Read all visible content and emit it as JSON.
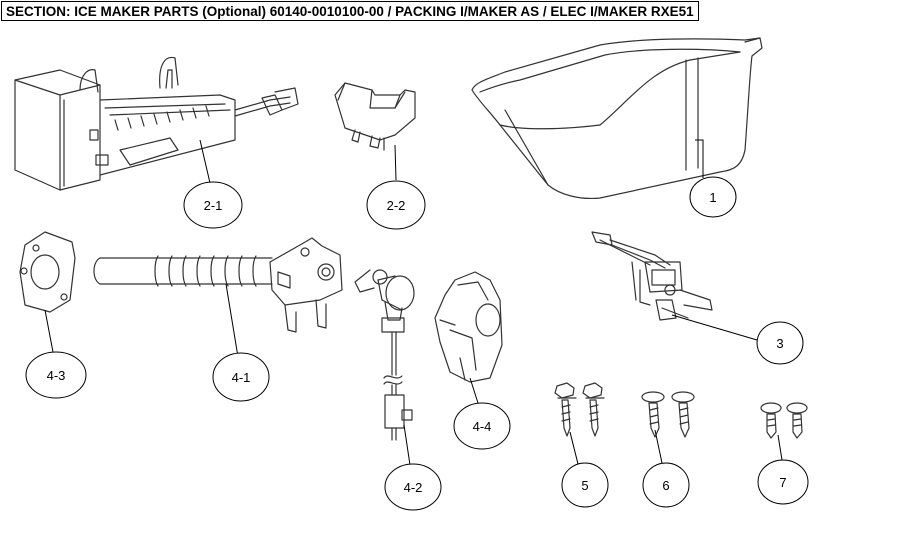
{
  "header": {
    "title": "SECTION: ICE MAKER PARTS (Optional) 60140-0010100-00 / PACKING I/MAKER AS / ELEC I/MAKER RXE51"
  },
  "callouts": [
    {
      "id": "c-1",
      "label": "1"
    },
    {
      "id": "c-2-1",
      "label": "2-1"
    },
    {
      "id": "c-2-2",
      "label": "2-2"
    },
    {
      "id": "c-3",
      "label": "3"
    },
    {
      "id": "c-4-1",
      "label": "4-1"
    },
    {
      "id": "c-4-2",
      "label": "4-2"
    },
    {
      "id": "c-4-3",
      "label": "4-3"
    },
    {
      "id": "c-4-4",
      "label": "4-4"
    },
    {
      "id": "c-5",
      "label": "5"
    },
    {
      "id": "c-6",
      "label": "6"
    },
    {
      "id": "c-7",
      "label": "7"
    }
  ],
  "colors": {
    "line": "#000000",
    "part_stroke": "#333333",
    "background": "#ffffff"
  }
}
